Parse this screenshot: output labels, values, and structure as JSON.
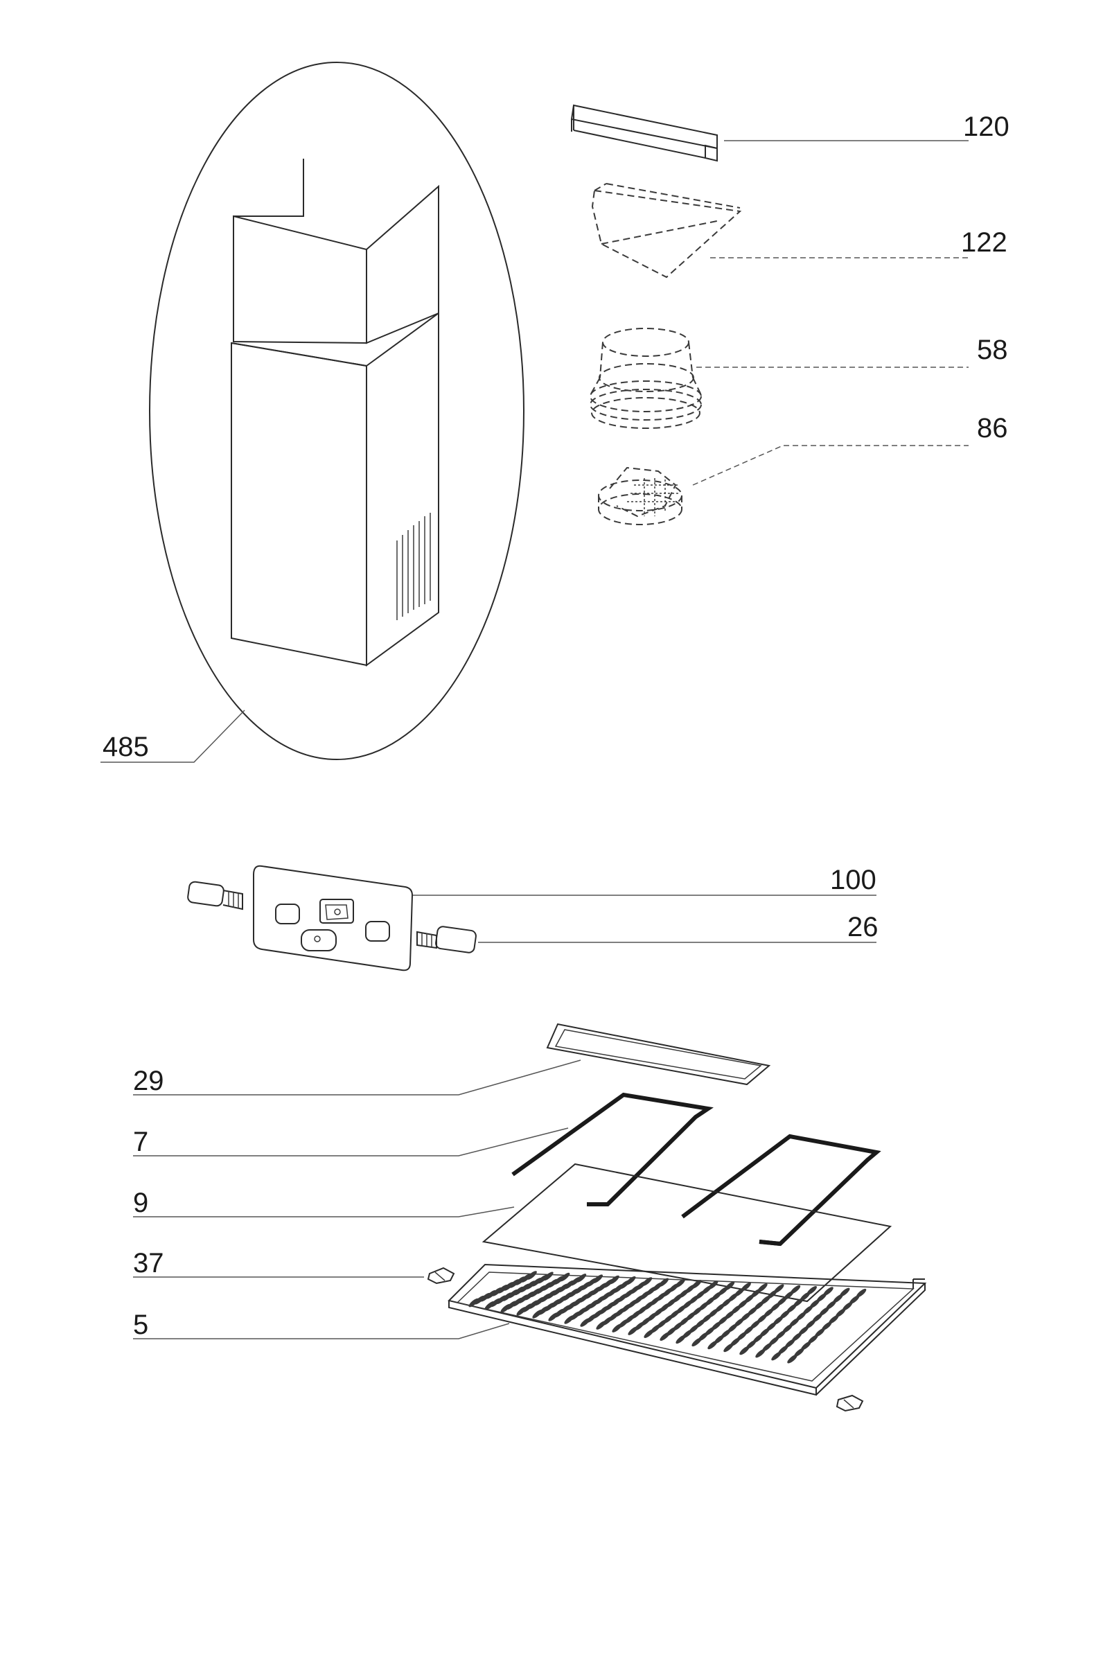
{
  "diagram": {
    "labels": {
      "chimney": "485",
      "bracket": "120",
      "deflector": "122",
      "duct_adapter": "58",
      "charcoal_filter": "86",
      "control_panel": "100",
      "knob": "26",
      "lamp_cover": "29",
      "wire_spring": "7",
      "grease_filter": "9",
      "clip": "37",
      "filter_frame": "5"
    }
  }
}
